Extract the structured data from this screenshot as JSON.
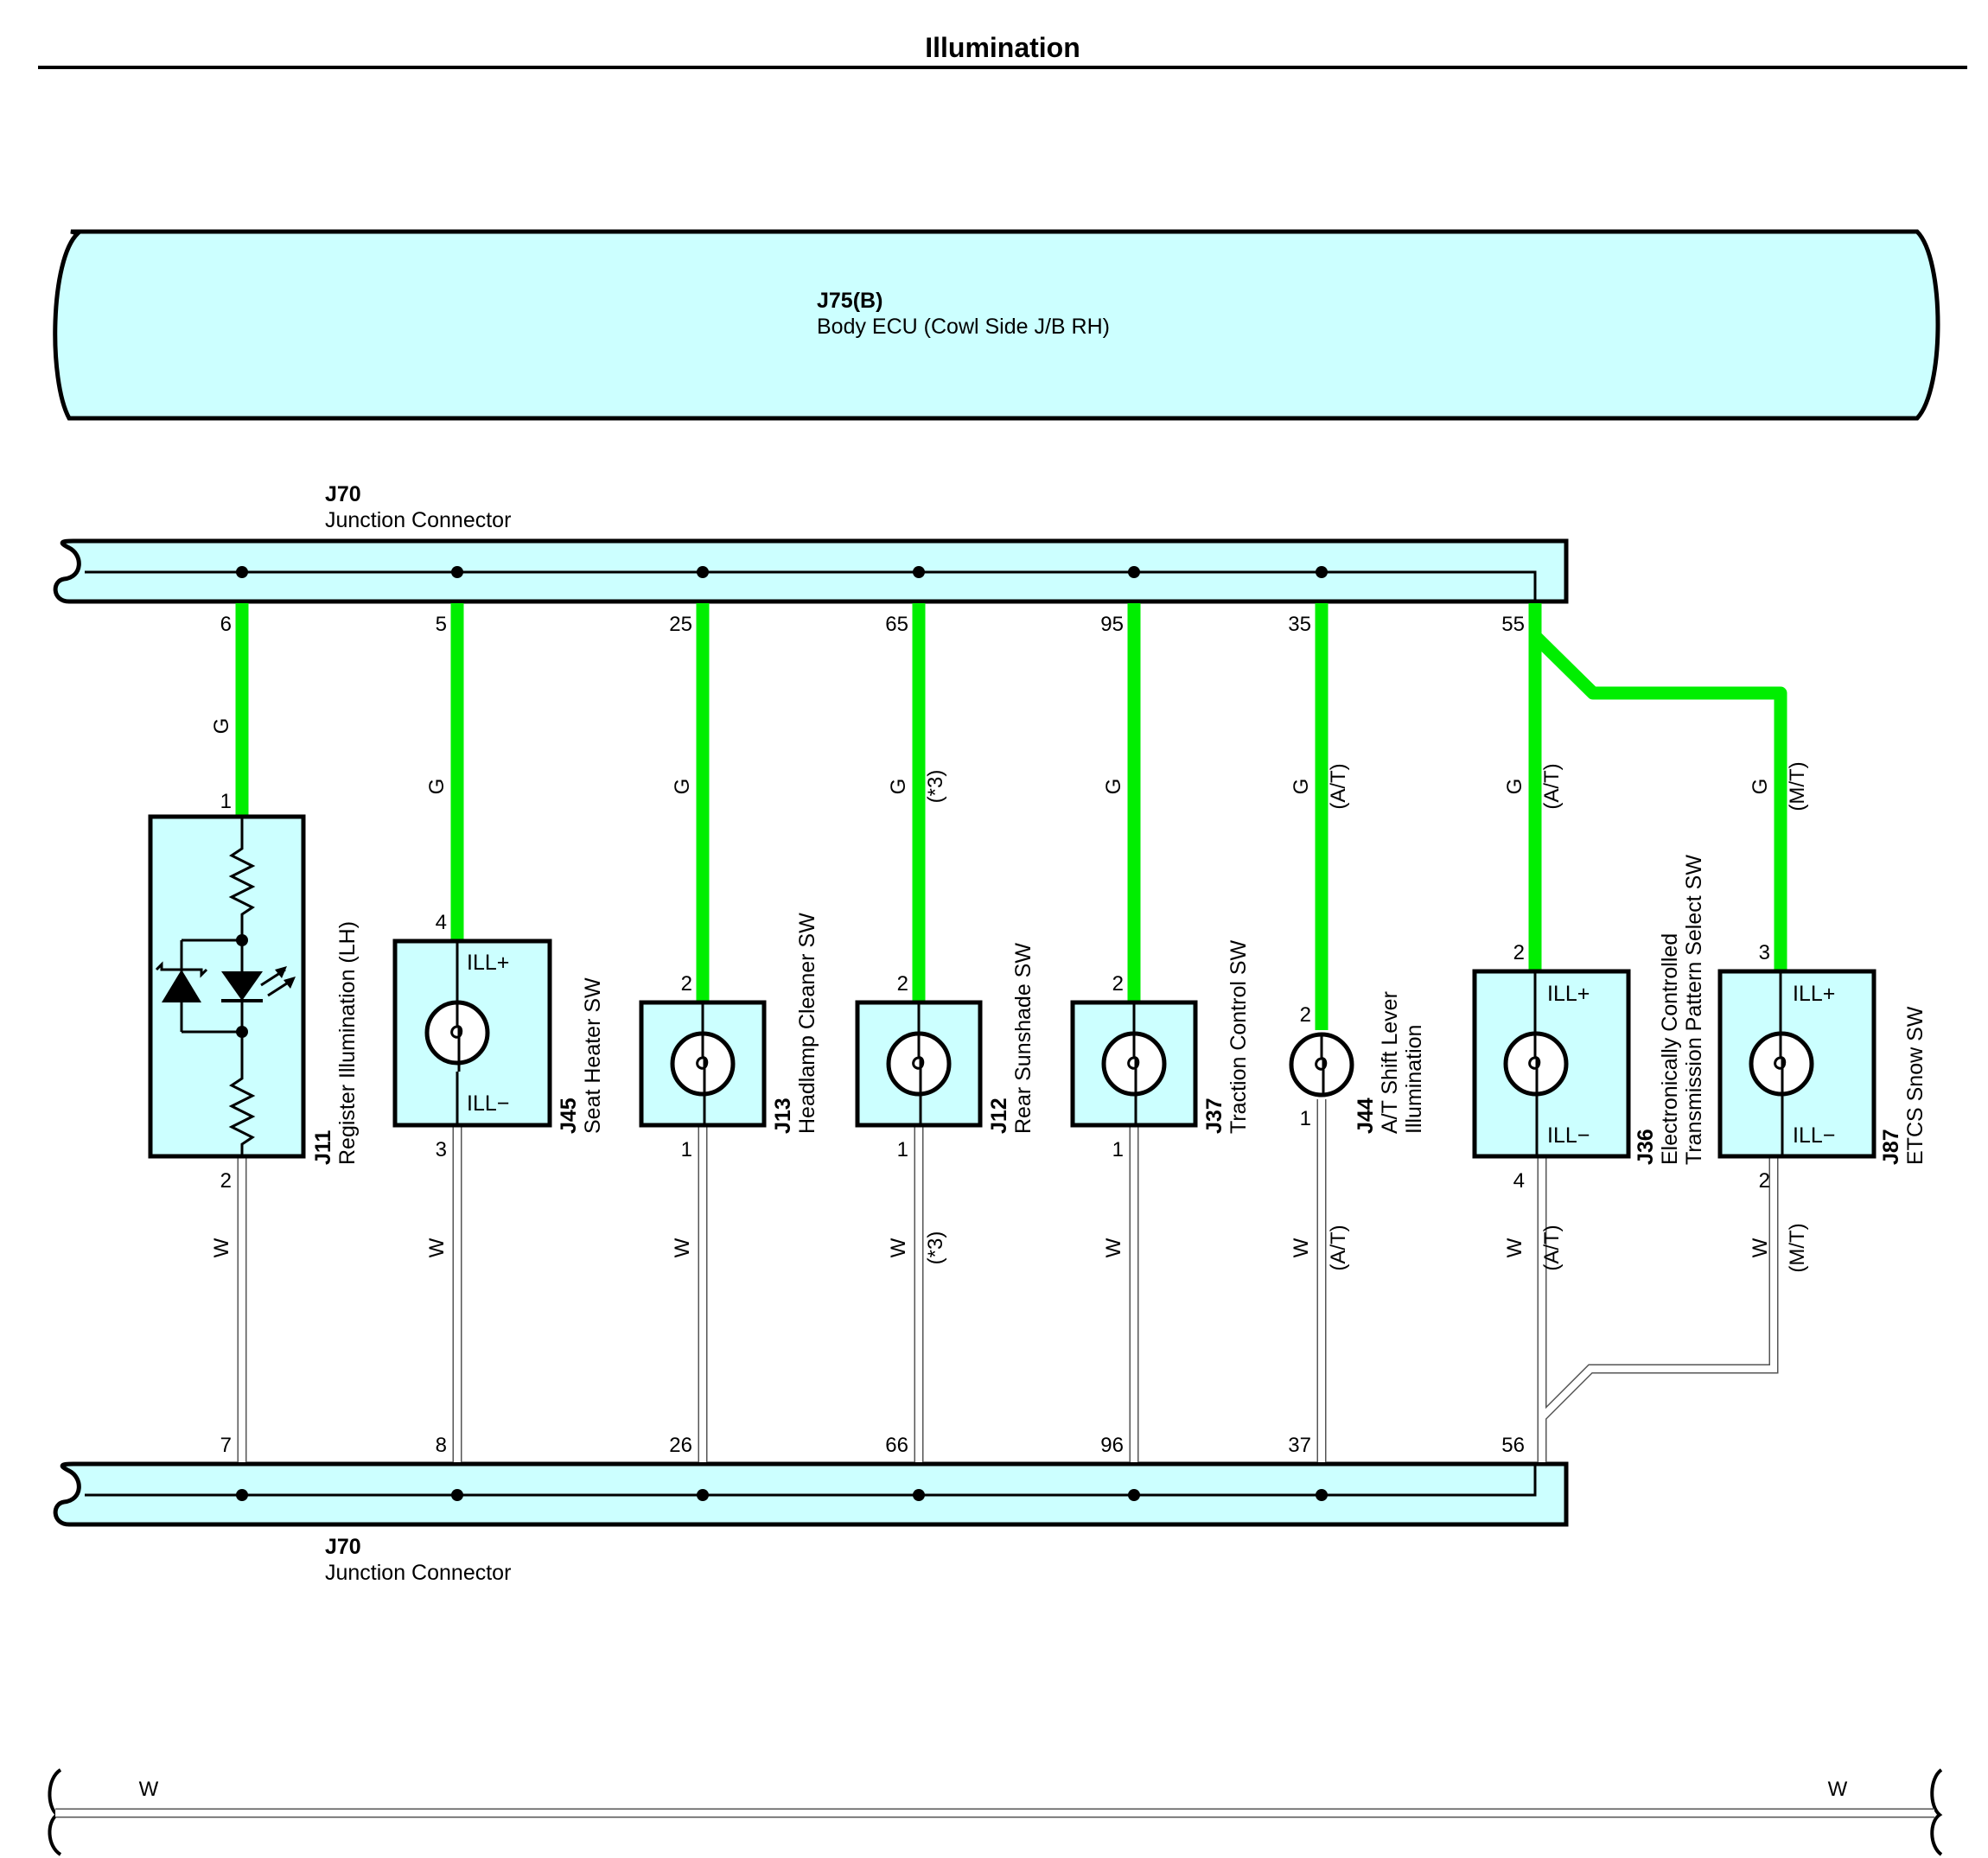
{
  "title": "Illumination",
  "ecu": {
    "code": "J75(B)",
    "name": "Body ECU (Cowl Side J/B RH)"
  },
  "junction_top": {
    "code": "J70",
    "name": "Junction Connector"
  },
  "junction_bottom": {
    "code": "J70",
    "name": "Junction Connector"
  },
  "ill_plus": "ILL+",
  "ill_minus": "ILL−",
  "ground_wire": {
    "left": "W",
    "right": "W"
  },
  "components": [
    {
      "code": "J11",
      "name": [
        "Register Illumination (LH)"
      ],
      "top_pin": "1",
      "bottom_pin": "2",
      "junction_top_pin": "6",
      "junction_bottom_pin": "7",
      "green_wire": "G",
      "white_wire": "W",
      "note_top": "",
      "note_bottom": ""
    },
    {
      "code": "J45",
      "name": [
        "Seat Heater SW"
      ],
      "top_pin": "4",
      "bottom_pin": "3",
      "junction_top_pin": "5",
      "junction_bottom_pin": "8",
      "green_wire": "G",
      "white_wire": "W",
      "note_top": "",
      "note_bottom": ""
    },
    {
      "code": "J13",
      "name": [
        "Headlamp Cleaner SW"
      ],
      "top_pin": "2",
      "bottom_pin": "1",
      "junction_top_pin": "25",
      "junction_bottom_pin": "26",
      "green_wire": "G",
      "white_wire": "W",
      "note_top": "",
      "note_bottom": ""
    },
    {
      "code": "J12",
      "name": [
        "Rear Sunshade SW"
      ],
      "top_pin": "2",
      "bottom_pin": "1",
      "junction_top_pin": "65",
      "junction_bottom_pin": "66",
      "green_wire": "G",
      "white_wire": "W",
      "note_top": "(*3)",
      "note_bottom": "(*3)"
    },
    {
      "code": "J37",
      "name": [
        "Traction Control SW"
      ],
      "top_pin": "2",
      "bottom_pin": "1",
      "junction_top_pin": "95",
      "junction_bottom_pin": "96",
      "green_wire": "G",
      "white_wire": "W",
      "note_top": "",
      "note_bottom": ""
    },
    {
      "code": "J44",
      "name": [
        "A/T Shift Lever",
        "Illumination"
      ],
      "top_pin": "2",
      "bottom_pin": "1",
      "junction_top_pin": "35",
      "junction_bottom_pin": "37",
      "green_wire": "G",
      "white_wire": "W",
      "note_top": "(A/T)",
      "note_bottom": "(A/T)"
    },
    {
      "code": "J36",
      "name": [
        "Electronically Controlled",
        "Transmission Pattern Select SW"
      ],
      "top_pin": "2",
      "bottom_pin": "4",
      "junction_top_pin": "55",
      "junction_bottom_pin": "56",
      "green_wire": "G",
      "white_wire": "W",
      "note_top": "(A/T)",
      "note_bottom": "(A/T)"
    },
    {
      "code": "J87",
      "name": [
        "ETCS Snow SW"
      ],
      "top_pin": "3",
      "bottom_pin": "2",
      "junction_top_pin": "",
      "junction_bottom_pin": "",
      "green_wire": "G",
      "white_wire": "W",
      "note_top": "(M/T)",
      "note_bottom": "(M/T)"
    }
  ]
}
